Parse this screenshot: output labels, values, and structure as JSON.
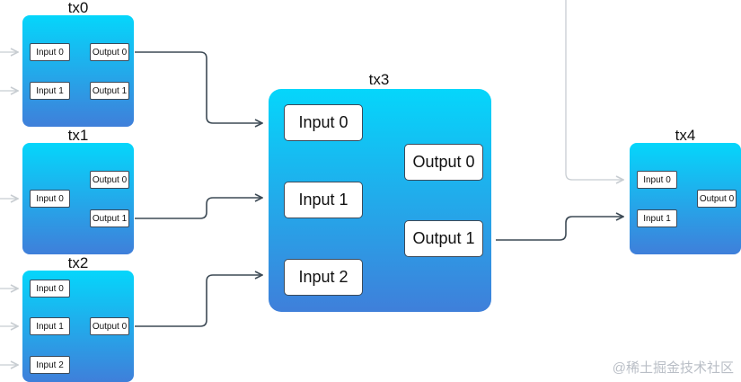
{
  "diagram": {
    "nodes": [
      {
        "id": "tx0",
        "title": "tx0",
        "inputs": [
          "Input 0",
          "Input 1"
        ],
        "outputs": [
          "Output 0",
          "Output 1"
        ]
      },
      {
        "id": "tx1",
        "title": "tx1",
        "inputs": [
          "Input 0"
        ],
        "outputs": [
          "Output 0",
          "Output 1"
        ]
      },
      {
        "id": "tx2",
        "title": "tx2",
        "inputs": [
          "Input 0",
          "Input 1",
          "Input 2"
        ],
        "outputs": [
          "Output 0"
        ]
      },
      {
        "id": "tx3",
        "title": "tx3",
        "inputs": [
          "Input 0",
          "Input 1",
          "Input 2"
        ],
        "outputs": [
          "Output 0",
          "Output 1"
        ]
      },
      {
        "id": "tx4",
        "title": "tx4",
        "inputs": [
          "Input 0",
          "Input 1"
        ],
        "outputs": [
          "Output 0"
        ]
      }
    ],
    "edges": [
      {
        "from": "tx0.Output 0",
        "to": "tx3.Input 0"
      },
      {
        "from": "tx1.Output 1",
        "to": "tx3.Input 1"
      },
      {
        "from": "tx2.Output 0",
        "to": "tx3.Input 2"
      },
      {
        "from": "tx3.Output 1",
        "to": "tx4.Input 1"
      }
    ],
    "external_edges": [
      {
        "to": "tx0.Input 0"
      },
      {
        "to": "tx0.Input 1"
      },
      {
        "to": "tx1.Input 0"
      },
      {
        "to": "tx2.Input 0"
      },
      {
        "to": "tx2.Input 1"
      },
      {
        "to": "tx2.Input 2"
      },
      {
        "to": "tx4.Input 0"
      }
    ]
  },
  "colors": {
    "box_top": "#05d6fb",
    "box_bottom": "#3f7fda",
    "edge": "#3d4a55",
    "external_edge": "#c8cdd2"
  },
  "watermark": "@稀土掘金技术社区"
}
